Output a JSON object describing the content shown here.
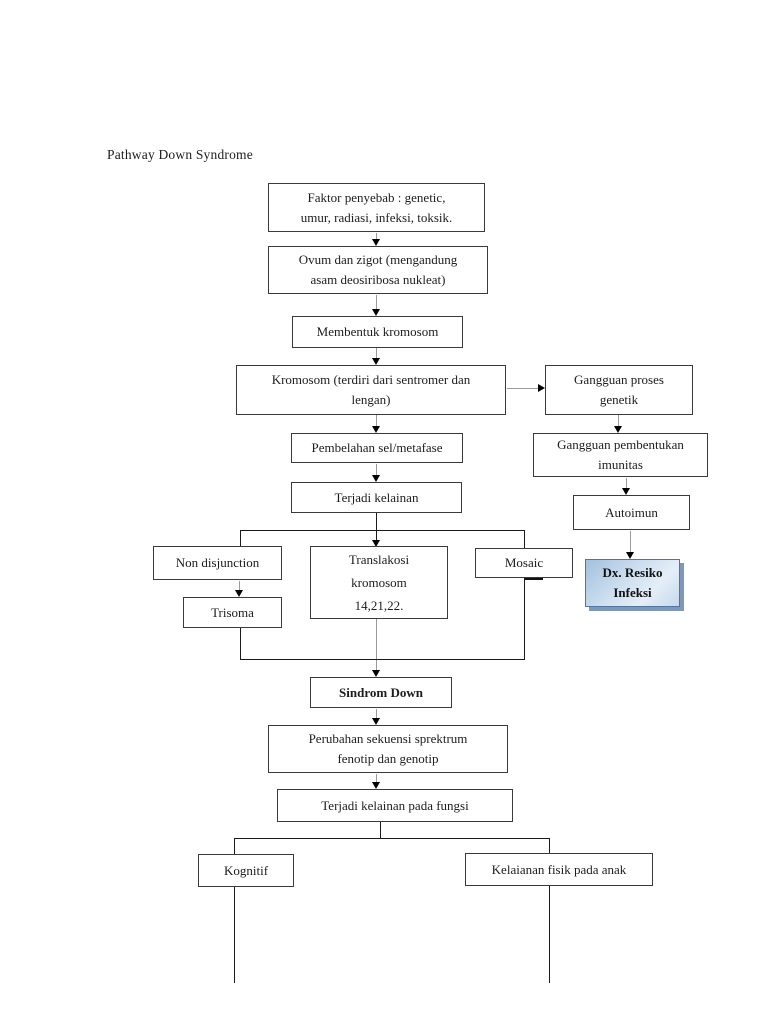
{
  "page": {
    "title": "Pathway Down Syndrome"
  },
  "diagram": {
    "nodes": {
      "faktor": "Faktor penyebab : genetic,\numur, radiasi, infeksi, toksik.",
      "ovum": "Ovum dan zigot (mengandung\nasam deosiribosa nukleat)",
      "membentuk": "Membentuk kromosom",
      "kromosom": "Kromosom (terdiri dari sentromer dan\nlengan)",
      "gangguan_proses": "Gangguan proses\ngenetik",
      "pembelahan": "Pembelahan sel/metafase",
      "gangguan_imunitas": "Gangguan pembentukan\nimunitas",
      "terjadi_kelainan": "Terjadi kelainan",
      "autoimun": "Autoimun",
      "non_disjunction": "Non disjunction",
      "translakosi": "Translakosi\nkromosom\n14,21,22.",
      "mosaic": "Mosaic",
      "trisoma": "Trisoma",
      "dx_resiko": "Dx. Resiko\nInfeksi",
      "sindrom_down": "Sindrom Down",
      "perubahan": "Perubahan sekuensi sprektrum\nfenotip dan genotip",
      "terjadi_fungsi": "Terjadi kelainan pada fungsi",
      "kognitif": "Kognitif",
      "kelaianan_fisik": "Kelaianan fisik pada anak"
    },
    "colors": {
      "dx_fill_top": "#a3c0de",
      "dx_fill_bottom": "#c6d9ec",
      "dx_border": "#54749e",
      "dx_shadow": "#7e98b8"
    }
  }
}
